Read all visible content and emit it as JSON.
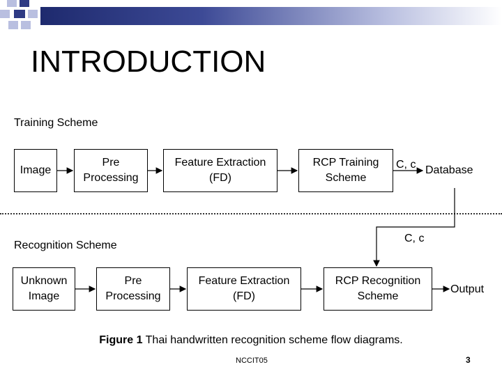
{
  "slide": {
    "title": "INTRODUCTION",
    "footer": "NCCIT05",
    "page_number": "3"
  },
  "training": {
    "heading": "Training Scheme",
    "image": "Image",
    "pre_processing": "Pre\nProcessing",
    "feature_extraction": "Feature Extraction\n(FD)",
    "rcp_training": "RCP Training\nScheme",
    "edge_label": "C, c",
    "database": "Database"
  },
  "recognition": {
    "heading": "Recognition Scheme",
    "unknown_image": "Unknown\nImage",
    "pre_processing": "Pre\nProcessing",
    "feature_extraction": "Feature Extraction\n(FD)",
    "rcp_recognition": "RCP Recognition\nScheme",
    "edge_label": "C, c",
    "output": "Output"
  },
  "figure": {
    "caption_bold": "Figure 1",
    "caption_text": " Thai handwritten recognition scheme flow diagrams."
  },
  "colors": {
    "bar_dark": "#1e2a6e",
    "square_dark": "#2e3a84",
    "square_light": "#b9bfe0"
  }
}
